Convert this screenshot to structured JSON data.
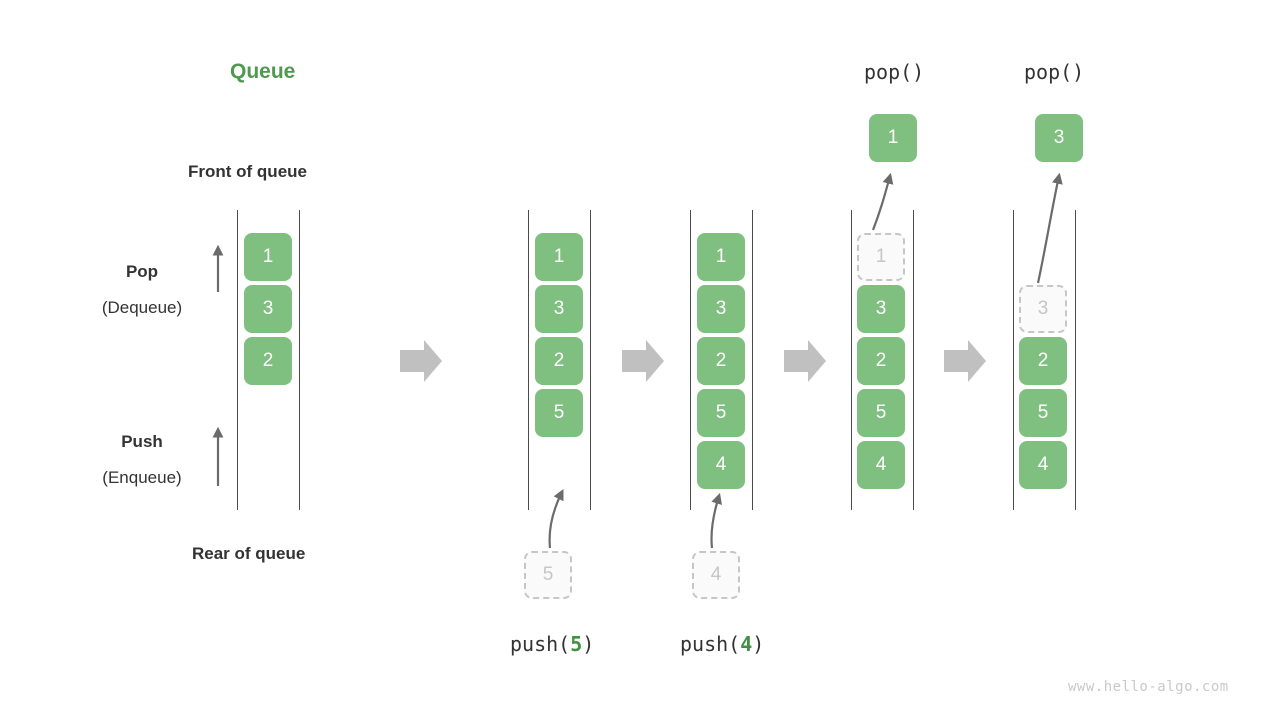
{
  "diagram": {
    "title": "Queue",
    "title_color": "#4e9a4e",
    "element_color": "#7fbf7f",
    "ghost_color": "#c6c6c6",
    "arrow_color": "#c0c0c0",
    "rail_color": "#4a4a4a",
    "watermark": "www.hello-algo.com"
  },
  "legend": {
    "front_of_queue": "Front of queue",
    "rear_of_queue": "Rear of queue",
    "pop_label": "Pop",
    "pop_sub": "(Dequeue)",
    "push_label": "Push",
    "push_sub": "(Enqueue)"
  },
  "stages": [
    {
      "id": "initial",
      "caption": "",
      "op_label": "",
      "cells": [
        {
          "value": "1",
          "state": "filled"
        },
        {
          "value": "3",
          "state": "filled"
        },
        {
          "value": "2",
          "state": "filled"
        }
      ]
    },
    {
      "id": "push5",
      "caption": "push(5)",
      "caption_fn": "push",
      "caption_arg": "5",
      "op_label": "",
      "incoming": "5",
      "cells": [
        {
          "value": "1",
          "state": "filled"
        },
        {
          "value": "3",
          "state": "filled"
        },
        {
          "value": "2",
          "state": "filled"
        },
        {
          "value": "5",
          "state": "filled"
        }
      ]
    },
    {
      "id": "push4",
      "caption": "push(4)",
      "caption_fn": "push",
      "caption_arg": "4",
      "op_label": "",
      "incoming": "4",
      "cells": [
        {
          "value": "1",
          "state": "filled"
        },
        {
          "value": "3",
          "state": "filled"
        },
        {
          "value": "2",
          "state": "filled"
        },
        {
          "value": "5",
          "state": "filled"
        },
        {
          "value": "4",
          "state": "filled"
        }
      ]
    },
    {
      "id": "pop1",
      "caption": "",
      "op_label": "pop()",
      "popped": "1",
      "cells": [
        {
          "value": "1",
          "state": "ghost"
        },
        {
          "value": "3",
          "state": "filled"
        },
        {
          "value": "2",
          "state": "filled"
        },
        {
          "value": "5",
          "state": "filled"
        },
        {
          "value": "4",
          "state": "filled"
        }
      ]
    },
    {
      "id": "pop3",
      "caption": "",
      "op_label": "pop()",
      "popped": "3",
      "cells": [
        {
          "value": "",
          "state": "empty"
        },
        {
          "value": "3",
          "state": "ghost"
        },
        {
          "value": "2",
          "state": "filled"
        },
        {
          "value": "5",
          "state": "filled"
        },
        {
          "value": "4",
          "state": "filled"
        }
      ]
    }
  ]
}
